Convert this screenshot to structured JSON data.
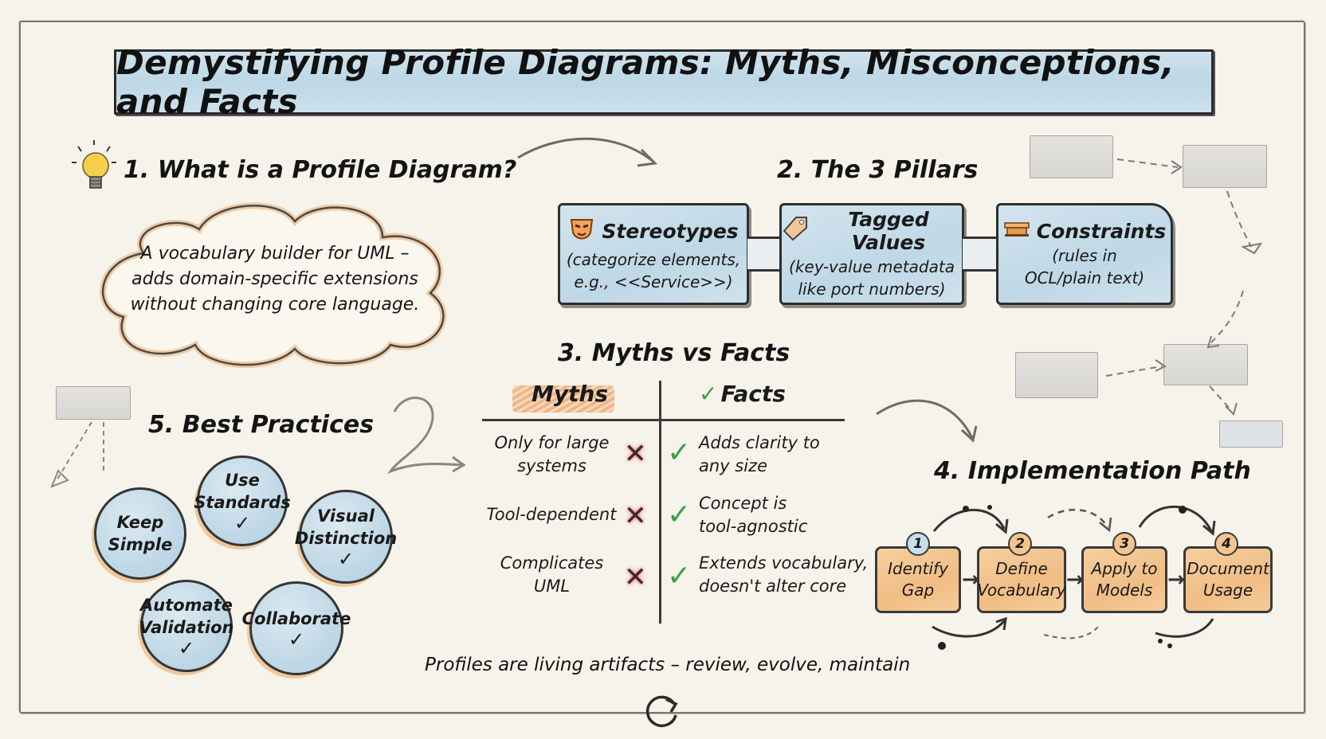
{
  "title": "Demystifying Profile Diagrams: Myths, Misconceptions, and Facts",
  "colors": {
    "background": "#f6f3ea",
    "blue_fill": "#bfd8e6",
    "orange_fill": "#f0bd85",
    "check_green": "#3aa043",
    "x_red": "#f08080"
  },
  "section1": {
    "heading": "1. What is a Profile Diagram?",
    "icon": "lightbulb-icon",
    "cloud_lines": [
      "A vocabulary builder for UML –",
      "adds domain-specific extensions",
      "without changing core language."
    ]
  },
  "section2": {
    "heading": "2. The 3 Pillars",
    "pillars": [
      {
        "icon": "mask-icon",
        "title": "Stereotypes",
        "desc_lines": [
          "(categorize elements,",
          "e.g., <<Service>>)"
        ]
      },
      {
        "icon": "tag-icon",
        "title": "Tagged Values",
        "desc_lines": [
          "(key-value metadata",
          "like port numbers)"
        ]
      },
      {
        "icon": "bench-icon",
        "title": "Constraints",
        "desc_lines": [
          "(rules in",
          "OCL/plain text)"
        ]
      }
    ]
  },
  "section3": {
    "heading": "3. Myths vs Facts",
    "col_myths": "Myths",
    "col_facts": "Facts",
    "rows": [
      {
        "myth_lines": [
          "Only for large",
          "systems"
        ],
        "fact_lines": [
          "Adds clarity to",
          "any size"
        ]
      },
      {
        "myth_lines": [
          "Tool-dependent"
        ],
        "fact_lines": [
          "Concept is",
          "tool-agnostic"
        ]
      },
      {
        "myth_lines": [
          "Complicates",
          "UML"
        ],
        "fact_lines": [
          "Extends vocabulary,",
          "doesn't alter core"
        ]
      }
    ],
    "x_glyph": "✕",
    "check_glyph": "✓"
  },
  "section4": {
    "heading": "4. Implementation Path",
    "steps": [
      {
        "number": "1",
        "lines": [
          "Identify",
          "Gap"
        ]
      },
      {
        "number": "2",
        "lines": [
          "Define",
          "Vocabulary"
        ]
      },
      {
        "number": "3",
        "lines": [
          "Apply to",
          "Models"
        ]
      },
      {
        "number": "4",
        "lines": [
          "Document",
          "Usage"
        ]
      }
    ],
    "arrow_glyph": "→"
  },
  "section5": {
    "heading": "5. Best Practices",
    "practices": [
      {
        "lines": [
          "Keep",
          "Simple"
        ],
        "checked": false
      },
      {
        "lines": [
          "Use",
          "Standards"
        ],
        "checked": true
      },
      {
        "lines": [
          "Visual",
          "Distinction"
        ],
        "checked": true
      },
      {
        "lines": [
          "Automate",
          "Validation"
        ],
        "checked": true
      },
      {
        "lines": [
          "Collaborate"
        ],
        "checked": true
      }
    ],
    "tick_glyph": "✓"
  },
  "footer": {
    "text": "Profiles are living artifacts – review, evolve, maintain",
    "icon": "refresh-cycle-icon"
  }
}
